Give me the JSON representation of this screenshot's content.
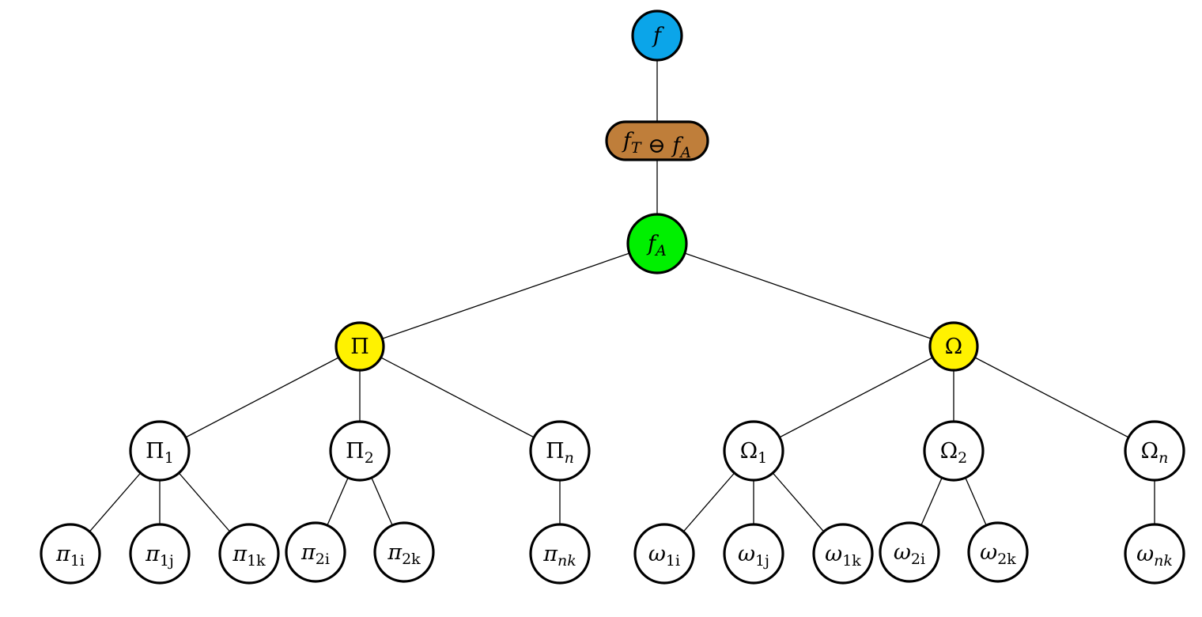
{
  "diagram": {
    "type": "tree",
    "colors": {
      "blue": "#0BA5E9",
      "brown": "#BF7E3A",
      "green": "#00F000",
      "yellow": "#FFF200",
      "white": "#FFFFFF",
      "stroke": "#000000"
    },
    "nodes": [
      {
        "id": "f",
        "shape": "circle",
        "fill": "blue",
        "label": {
          "main": "f",
          "main_italic": true,
          "sub": "",
          "sub_italic": false
        }
      },
      {
        "id": "compose",
        "shape": "pill",
        "fill": "brown",
        "label": {
          "text": "fT⊖fA",
          "parts": [
            {
              "main": "f",
              "sub": "T"
            },
            {
              "op": "⊖"
            },
            {
              "main": "f",
              "sub": "A"
            }
          ]
        }
      },
      {
        "id": "fA",
        "shape": "circle",
        "fill": "green",
        "label": {
          "main": "f",
          "main_italic": true,
          "sub": "A",
          "sub_italic": true
        }
      },
      {
        "id": "Pi",
        "shape": "circle",
        "fill": "yellow",
        "label": {
          "main": "Π",
          "main_italic": false,
          "sub": "",
          "sub_italic": false
        }
      },
      {
        "id": "Omega",
        "shape": "circle",
        "fill": "yellow",
        "label": {
          "main": "Ω",
          "main_italic": false,
          "sub": "",
          "sub_italic": false
        }
      },
      {
        "id": "Pi1",
        "shape": "circle",
        "fill": "white",
        "label": {
          "main": "Π",
          "main_italic": false,
          "sub": "1",
          "sub_italic": false
        }
      },
      {
        "id": "Pi2",
        "shape": "circle",
        "fill": "white",
        "label": {
          "main": "Π",
          "main_italic": false,
          "sub": "2",
          "sub_italic": false
        }
      },
      {
        "id": "Pin",
        "shape": "circle",
        "fill": "white",
        "label": {
          "main": "Π",
          "main_italic": false,
          "sub": "n",
          "sub_italic": true
        }
      },
      {
        "id": "Omega1",
        "shape": "circle",
        "fill": "white",
        "label": {
          "main": "Ω",
          "main_italic": false,
          "sub": "1",
          "sub_italic": false
        }
      },
      {
        "id": "Omega2",
        "shape": "circle",
        "fill": "white",
        "label": {
          "main": "Ω",
          "main_italic": false,
          "sub": "2",
          "sub_italic": false
        }
      },
      {
        "id": "Omegan",
        "shape": "circle",
        "fill": "white",
        "label": {
          "main": "Ω",
          "main_italic": false,
          "sub": "n",
          "sub_italic": true
        }
      },
      {
        "id": "pi1i",
        "shape": "circle",
        "fill": "white",
        "label": {
          "main": "π",
          "main_italic": true,
          "sub": "1i",
          "sub_italic": false
        }
      },
      {
        "id": "pi1j",
        "shape": "circle",
        "fill": "white",
        "label": {
          "main": "π",
          "main_italic": true,
          "sub": "1j",
          "sub_italic": false
        }
      },
      {
        "id": "pi1k",
        "shape": "circle",
        "fill": "white",
        "label": {
          "main": "π",
          "main_italic": true,
          "sub": "1k",
          "sub_italic": false
        }
      },
      {
        "id": "pi2i",
        "shape": "circle",
        "fill": "white",
        "label": {
          "main": "π",
          "main_italic": true,
          "sub": "2i",
          "sub_italic": false
        }
      },
      {
        "id": "pi2k",
        "shape": "circle",
        "fill": "white",
        "label": {
          "main": "π",
          "main_italic": true,
          "sub": "2k",
          "sub_italic": false
        }
      },
      {
        "id": "pink",
        "shape": "circle",
        "fill": "white",
        "label": {
          "main": "π",
          "main_italic": true,
          "sub": "nk",
          "sub_italic": true
        }
      },
      {
        "id": "omega1i",
        "shape": "circle",
        "fill": "white",
        "label": {
          "main": "ω",
          "main_italic": true,
          "sub": "1i",
          "sub_italic": false
        }
      },
      {
        "id": "omega1j",
        "shape": "circle",
        "fill": "white",
        "label": {
          "main": "ω",
          "main_italic": true,
          "sub": "1j",
          "sub_italic": false
        }
      },
      {
        "id": "omega1k",
        "shape": "circle",
        "fill": "white",
        "label": {
          "main": "ω",
          "main_italic": true,
          "sub": "1k",
          "sub_italic": false
        }
      },
      {
        "id": "omega2i",
        "shape": "circle",
        "fill": "white",
        "label": {
          "main": "ω",
          "main_italic": true,
          "sub": "2i",
          "sub_italic": false
        }
      },
      {
        "id": "omega2k",
        "shape": "circle",
        "fill": "white",
        "label": {
          "main": "ω",
          "main_italic": true,
          "sub": "2k",
          "sub_italic": false
        }
      },
      {
        "id": "omegank",
        "shape": "circle",
        "fill": "white",
        "label": {
          "main": "ω",
          "main_italic": true,
          "sub": "nk",
          "sub_italic": true
        }
      }
    ],
    "edges": [
      [
        "f",
        "compose"
      ],
      [
        "compose",
        "fA"
      ],
      [
        "fA",
        "Pi"
      ],
      [
        "fA",
        "Omega"
      ],
      [
        "Pi",
        "Pi1"
      ],
      [
        "Pi",
        "Pi2"
      ],
      [
        "Pi",
        "Pin"
      ],
      [
        "Omega",
        "Omega1"
      ],
      [
        "Omega",
        "Omega2"
      ],
      [
        "Omega",
        "Omegan"
      ],
      [
        "Pi1",
        "pi1i"
      ],
      [
        "Pi1",
        "pi1j"
      ],
      [
        "Pi1",
        "pi1k"
      ],
      [
        "Pi2",
        "pi2i"
      ],
      [
        "Pi2",
        "pi2k"
      ],
      [
        "Pin",
        "pink"
      ],
      [
        "Omega1",
        "omega1i"
      ],
      [
        "Omega1",
        "omega1j"
      ],
      [
        "Omega1",
        "omega1k"
      ],
      [
        "Omega2",
        "omega2i"
      ],
      [
        "Omega2",
        "omega2k"
      ],
      [
        "Omegan",
        "omegank"
      ]
    ]
  }
}
